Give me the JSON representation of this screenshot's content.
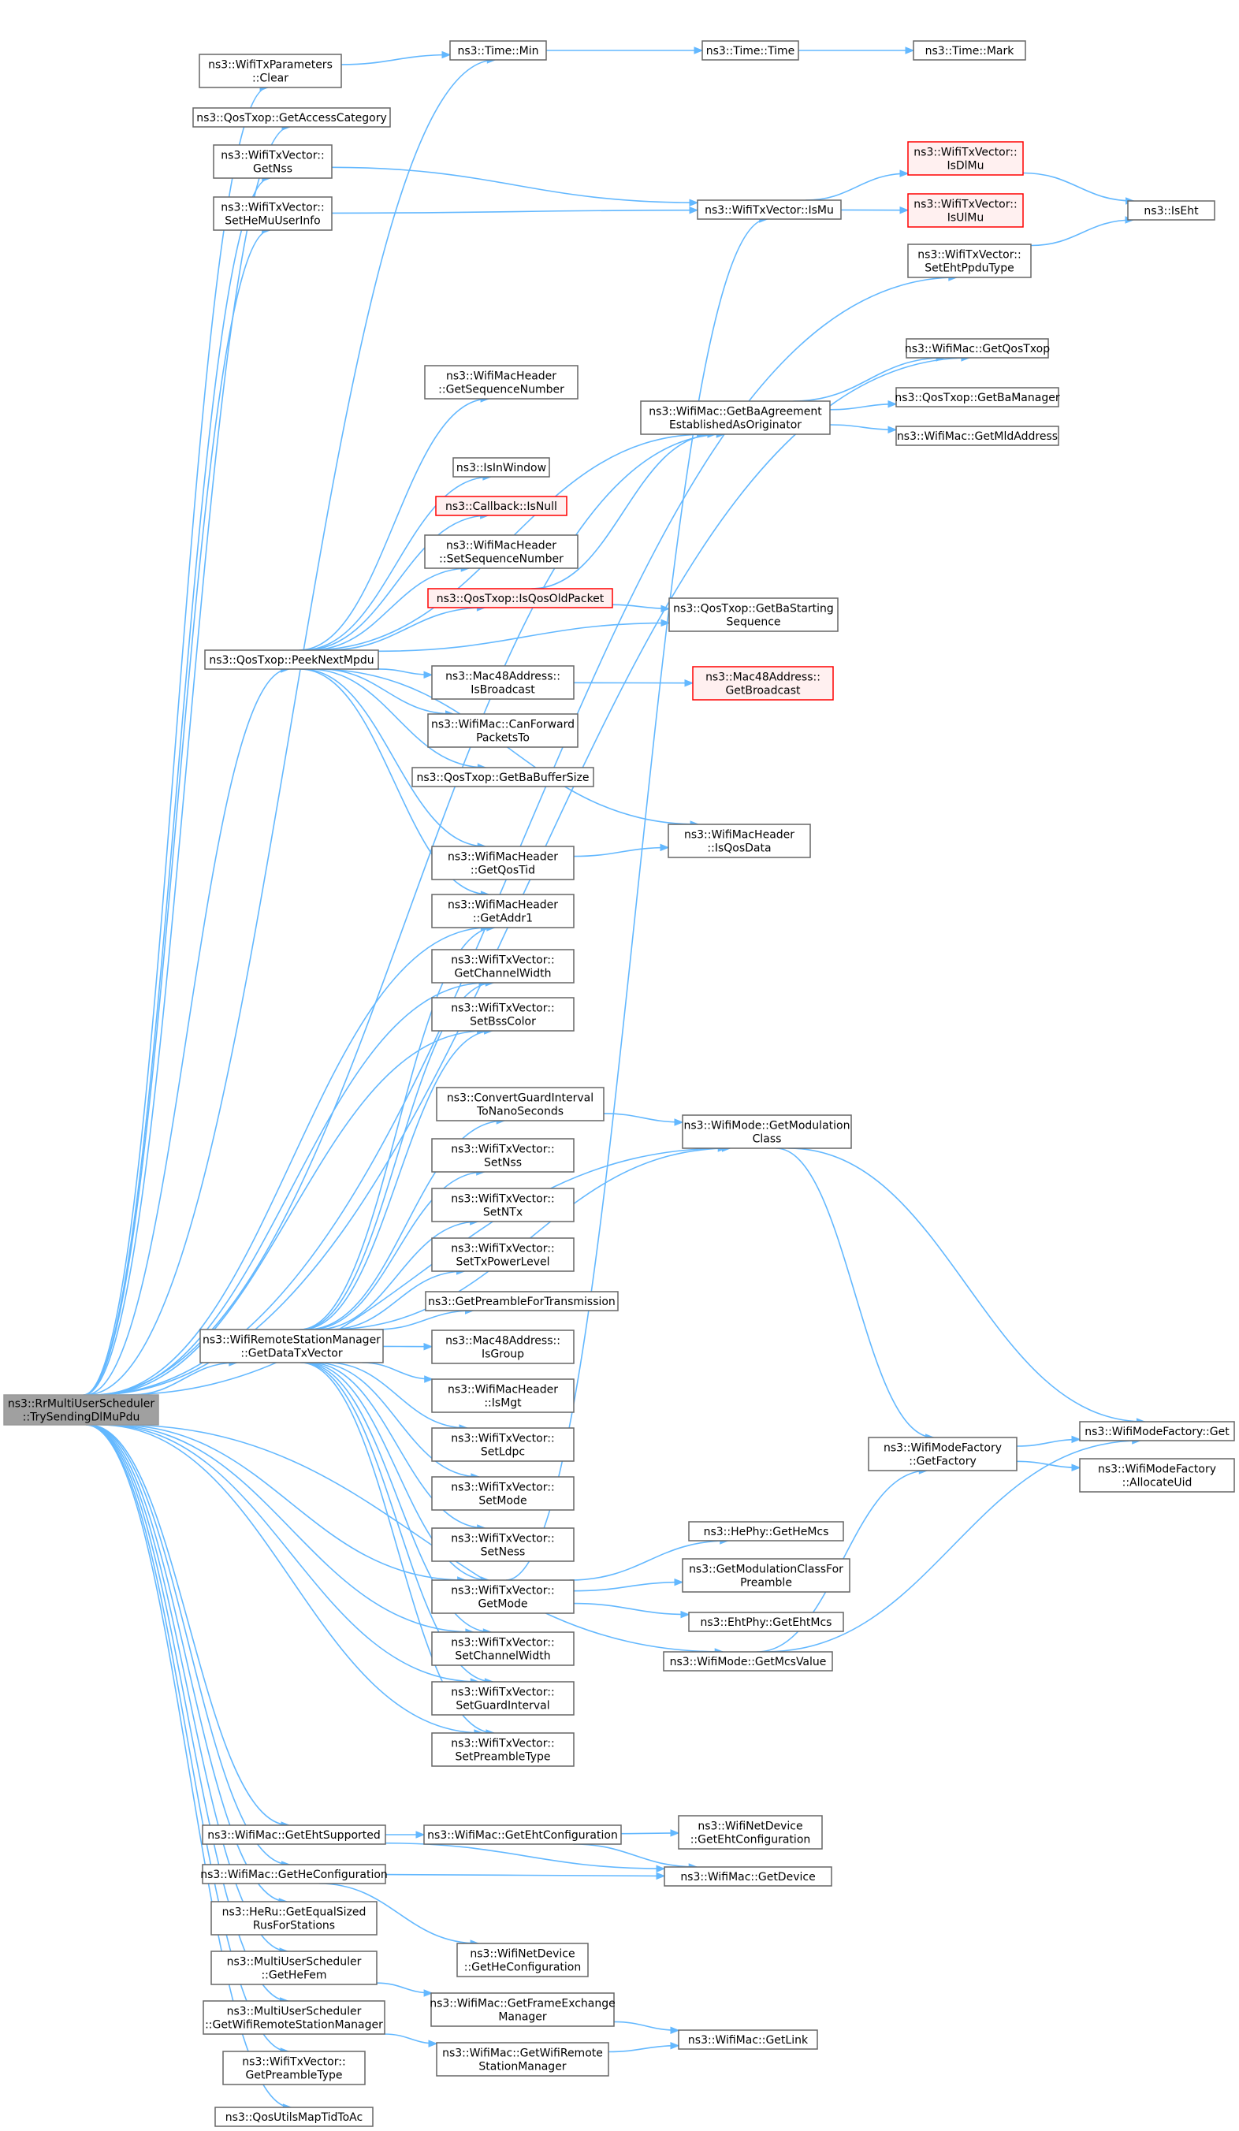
{
  "graph": {
    "nodes": [
      {
        "id": "root",
        "lines": [
          "ns3::RrMultiUserScheduler",
          "::TrySendingDlMuPdu"
        ],
        "style": "root"
      },
      {
        "id": "txparamClear",
        "lines": [
          "ns3::WifiTxParameters",
          "::Clear"
        ]
      },
      {
        "id": "timeMin",
        "lines": [
          "ns3::Time::Min"
        ]
      },
      {
        "id": "timeTime",
        "lines": [
          "ns3::Time::Time"
        ]
      },
      {
        "id": "timeMark",
        "lines": [
          "ns3::Time::Mark"
        ]
      },
      {
        "id": "getAccessCategory",
        "lines": [
          "ns3::QosTxop::GetAccessCategory"
        ]
      },
      {
        "id": "getNss",
        "lines": [
          "ns3::WifiTxVector::",
          "GetNss"
        ]
      },
      {
        "id": "setHeMuUserInfo",
        "lines": [
          "ns3::WifiTxVector::",
          "SetHeMuUserInfo"
        ]
      },
      {
        "id": "isMu",
        "lines": [
          "ns3::WifiTxVector::IsMu"
        ]
      },
      {
        "id": "isDlMu",
        "lines": [
          "ns3::WifiTxVector::",
          "IsDlMu"
        ],
        "style": "red"
      },
      {
        "id": "isUlMu",
        "lines": [
          "ns3::WifiTxVector::",
          "IsUlMu"
        ],
        "style": "red"
      },
      {
        "id": "isEht",
        "lines": [
          "ns3::IsEht"
        ]
      },
      {
        "id": "setEhtPpduType",
        "lines": [
          "ns3::WifiTxVector::",
          "SetEhtPpduType"
        ]
      },
      {
        "id": "getQosTxop",
        "lines": [
          "ns3::WifiMac::GetQosTxop"
        ]
      },
      {
        "id": "getSeqNum",
        "lines": [
          "ns3::WifiMacHeader",
          "::GetSequenceNumber"
        ]
      },
      {
        "id": "getBaAgreement",
        "lines": [
          "ns3::WifiMac::GetBaAgreement",
          "EstablishedAsOriginator"
        ]
      },
      {
        "id": "getBaManager",
        "lines": [
          "ns3::QosTxop::GetBaManager"
        ]
      },
      {
        "id": "getMldAddress",
        "lines": [
          "ns3::WifiMac::GetMldAddress"
        ]
      },
      {
        "id": "isInWindow",
        "lines": [
          "ns3::IsInWindow"
        ]
      },
      {
        "id": "callbackIsNull",
        "lines": [
          "ns3::Callback::IsNull"
        ],
        "style": "red"
      },
      {
        "id": "setSeqNum",
        "lines": [
          "ns3::WifiMacHeader",
          "::SetSequenceNumber"
        ]
      },
      {
        "id": "isQosOldPacket",
        "lines": [
          "ns3::QosTxop::IsQosOldPacket"
        ],
        "style": "red"
      },
      {
        "id": "getBaStartingSeq",
        "lines": [
          "ns3::QosTxop::GetBaStarting",
          "Sequence"
        ]
      },
      {
        "id": "peekNextMpdu",
        "lines": [
          "ns3::QosTxop::PeekNextMpdu"
        ]
      },
      {
        "id": "isBroadcast",
        "lines": [
          "ns3::Mac48Address::",
          "IsBroadcast"
        ]
      },
      {
        "id": "getBroadcast",
        "lines": [
          "ns3::Mac48Address::",
          "GetBroadcast"
        ],
        "style": "red"
      },
      {
        "id": "canForward",
        "lines": [
          "ns3::WifiMac::CanForward",
          "PacketsTo"
        ]
      },
      {
        "id": "getBaBufferSize",
        "lines": [
          "ns3::QosTxop::GetBaBufferSize"
        ]
      },
      {
        "id": "getQosTid",
        "lines": [
          "ns3::WifiMacHeader",
          "::GetQosTid"
        ]
      },
      {
        "id": "isQosData",
        "lines": [
          "ns3::WifiMacHeader",
          "::IsQosData"
        ]
      },
      {
        "id": "getAddr1",
        "lines": [
          "ns3::WifiMacHeader",
          "::GetAddr1"
        ]
      },
      {
        "id": "getChannelWidth",
        "lines": [
          "ns3::WifiTxVector::",
          "GetChannelWidth"
        ]
      },
      {
        "id": "setBssColor",
        "lines": [
          "ns3::WifiTxVector::",
          "SetBssColor"
        ]
      },
      {
        "id": "convertGI",
        "lines": [
          "ns3::ConvertGuardInterval",
          "ToNanoSeconds"
        ]
      },
      {
        "id": "getModClass",
        "lines": [
          "ns3::WifiMode::GetModulation",
          "Class"
        ]
      },
      {
        "id": "setNss",
        "lines": [
          "ns3::WifiTxVector::",
          "SetNss"
        ]
      },
      {
        "id": "setNTx",
        "lines": [
          "ns3::WifiTxVector::",
          "SetNTx"
        ]
      },
      {
        "id": "setTxPower",
        "lines": [
          "ns3::WifiTxVector::",
          "SetTxPowerLevel"
        ]
      },
      {
        "id": "getPreamble",
        "lines": [
          "ns3::GetPreambleForTransmission"
        ]
      },
      {
        "id": "getDataTxVector",
        "lines": [
          "ns3::WifiRemoteStationManager",
          "::GetDataTxVector"
        ]
      },
      {
        "id": "isGroup",
        "lines": [
          "ns3::Mac48Address::",
          "IsGroup"
        ]
      },
      {
        "id": "isMgt",
        "lines": [
          "ns3::WifiMacHeader",
          "::IsMgt"
        ]
      },
      {
        "id": "setLdpc",
        "lines": [
          "ns3::WifiTxVector::",
          "SetLdpc"
        ]
      },
      {
        "id": "setMode",
        "lines": [
          "ns3::WifiTxVector::",
          "SetMode"
        ]
      },
      {
        "id": "setNess",
        "lines": [
          "ns3::WifiTxVector::",
          "SetNess"
        ]
      },
      {
        "id": "getMode",
        "lines": [
          "ns3::WifiTxVector::",
          "GetMode"
        ]
      },
      {
        "id": "setChannelWidth",
        "lines": [
          "ns3::WifiTxVector::",
          "SetChannelWidth"
        ]
      },
      {
        "id": "setGI",
        "lines": [
          "ns3::WifiTxVector::",
          "SetGuardInterval"
        ]
      },
      {
        "id": "setPreambleType",
        "lines": [
          "ns3::WifiTxVector::",
          "SetPreambleType"
        ]
      },
      {
        "id": "wmfGetFactory",
        "lines": [
          "ns3::WifiModeFactory",
          "::GetFactory"
        ]
      },
      {
        "id": "wmfGet",
        "lines": [
          "ns3::WifiModeFactory::Get"
        ]
      },
      {
        "id": "wmfAllocateUid",
        "lines": [
          "ns3::WifiModeFactory",
          "::AllocateUid"
        ]
      },
      {
        "id": "heGetHeMcs",
        "lines": [
          "ns3::HePhy::GetHeMcs"
        ]
      },
      {
        "id": "getModClassForPreamble",
        "lines": [
          "ns3::GetModulationClassFor",
          "Preamble"
        ]
      },
      {
        "id": "ehtGetEhtMcs",
        "lines": [
          "ns3::EhtPhy::GetEhtMcs"
        ]
      },
      {
        "id": "getMcsValue",
        "lines": [
          "ns3::WifiMode::GetMcsValue"
        ]
      },
      {
        "id": "getEhtSupported",
        "lines": [
          "ns3::WifiMac::GetEhtSupported"
        ]
      },
      {
        "id": "getEhtConfiguration",
        "lines": [
          "ns3::WifiMac::GetEhtConfiguration"
        ]
      },
      {
        "id": "netDevGetEhtConf",
        "lines": [
          "ns3::WifiNetDevice",
          "::GetEhtConfiguration"
        ]
      },
      {
        "id": "getHeConfiguration",
        "lines": [
          "ns3::WifiMac::GetHeConfiguration"
        ]
      },
      {
        "id": "getDevice",
        "lines": [
          "ns3::WifiMac::GetDevice"
        ]
      },
      {
        "id": "getEqualSizedRus",
        "lines": [
          "ns3::HeRu::GetEqualSized",
          "RusForStations"
        ]
      },
      {
        "id": "netDevGetHeConf",
        "lines": [
          "ns3::WifiNetDevice",
          "::GetHeConfiguration"
        ]
      },
      {
        "id": "getHeFem",
        "lines": [
          "ns3::MultiUserScheduler",
          "::GetHeFem"
        ]
      },
      {
        "id": "getFrameExchangeManager",
        "lines": [
          "ns3::WifiMac::GetFrameExchange",
          "Manager"
        ]
      },
      {
        "id": "getWifiRsm",
        "lines": [
          "ns3::MultiUserScheduler",
          "::GetWifiRemoteStationManager"
        ]
      },
      {
        "id": "getLink",
        "lines": [
          "ns3::WifiMac::GetLink"
        ]
      },
      {
        "id": "macGetWifiRsm",
        "lines": [
          "ns3::WifiMac::GetWifiRemote",
          "StationManager"
        ]
      },
      {
        "id": "getPreambleType",
        "lines": [
          "ns3::WifiTxVector::",
          "GetPreambleType"
        ]
      },
      {
        "id": "qosUtilsMapTid",
        "lines": [
          "ns3::QosUtilsMapTidToAc"
        ]
      }
    ],
    "edges": [
      [
        "root",
        "txparamClear"
      ],
      [
        "root",
        "timeMin"
      ],
      [
        "root",
        "getAccessCategory"
      ],
      [
        "root",
        "getNss"
      ],
      [
        "root",
        "setHeMuUserInfo"
      ],
      [
        "root",
        "setEhtPpduType"
      ],
      [
        "root",
        "getQosTxop"
      ],
      [
        "root",
        "getBaAgreement"
      ],
      [
        "root",
        "peekNextMpdu"
      ],
      [
        "root",
        "getAddr1"
      ],
      [
        "root",
        "getChannelWidth"
      ],
      [
        "root",
        "setBssColor"
      ],
      [
        "root",
        "getModClass"
      ],
      [
        "root",
        "getDataTxVector"
      ],
      [
        "root",
        "getMode"
      ],
      [
        "root",
        "setChannelWidth"
      ],
      [
        "root",
        "setGI"
      ],
      [
        "root",
        "setPreambleType"
      ],
      [
        "root",
        "getMcsValue"
      ],
      [
        "root",
        "getEhtSupported"
      ],
      [
        "root",
        "getHeConfiguration"
      ],
      [
        "root",
        "getEqualSizedRus"
      ],
      [
        "root",
        "getHeFem"
      ],
      [
        "root",
        "getWifiRsm"
      ],
      [
        "root",
        "getPreambleType"
      ],
      [
        "root",
        "qosUtilsMapTid"
      ],
      [
        "txparamClear",
        "timeMin"
      ],
      [
        "timeMin",
        "timeTime"
      ],
      [
        "timeTime",
        "timeMark"
      ],
      [
        "getNss",
        "isMu"
      ],
      [
        "setHeMuUserInfo",
        "isMu"
      ],
      [
        "isMu",
        "isDlMu"
      ],
      [
        "isMu",
        "isUlMu"
      ],
      [
        "isDlMu",
        "isEht"
      ],
      [
        "setEhtPpduType",
        "isEht"
      ],
      [
        "getBaAgreement",
        "getQosTxop"
      ],
      [
        "getBaAgreement",
        "getBaManager"
      ],
      [
        "getBaAgreement",
        "getMldAddress"
      ],
      [
        "peekNextMpdu",
        "getSeqNum"
      ],
      [
        "peekNextMpdu",
        "getBaAgreement"
      ],
      [
        "peekNextMpdu",
        "isInWindow"
      ],
      [
        "peekNextMpdu",
        "callbackIsNull"
      ],
      [
        "peekNextMpdu",
        "setSeqNum"
      ],
      [
        "peekNextMpdu",
        "isQosOldPacket"
      ],
      [
        "peekNextMpdu",
        "getBaStartingSeq"
      ],
      [
        "peekNextMpdu",
        "isBroadcast"
      ],
      [
        "peekNextMpdu",
        "canForward"
      ],
      [
        "peekNextMpdu",
        "getBaBufferSize"
      ],
      [
        "peekNextMpdu",
        "getQosTid"
      ],
      [
        "peekNextMpdu",
        "isQosData"
      ],
      [
        "peekNextMpdu",
        "getAddr1"
      ],
      [
        "isQosOldPacket",
        "getBaAgreement"
      ],
      [
        "isQosOldPacket",
        "getBaStartingSeq"
      ],
      [
        "isBroadcast",
        "getBroadcast"
      ],
      [
        "getQosTid",
        "isQosData"
      ],
      [
        "getDataTxVector",
        "getAddr1"
      ],
      [
        "getDataTxVector",
        "getChannelWidth"
      ],
      [
        "getDataTxVector",
        "setBssColor"
      ],
      [
        "getDataTxVector",
        "convertGI"
      ],
      [
        "getDataTxVector",
        "getModClass"
      ],
      [
        "getDataTxVector",
        "setNss"
      ],
      [
        "getDataTxVector",
        "setNTx"
      ],
      [
        "getDataTxVector",
        "setTxPower"
      ],
      [
        "getDataTxVector",
        "getPreamble"
      ],
      [
        "getDataTxVector",
        "isGroup"
      ],
      [
        "getDataTxVector",
        "isMgt"
      ],
      [
        "getDataTxVector",
        "setLdpc"
      ],
      [
        "getDataTxVector",
        "setMode"
      ],
      [
        "getDataTxVector",
        "setNess"
      ],
      [
        "getDataTxVector",
        "getMode"
      ],
      [
        "getDataTxVector",
        "setChannelWidth"
      ],
      [
        "getDataTxVector",
        "setGI"
      ],
      [
        "getDataTxVector",
        "setPreambleType"
      ],
      [
        "convertGI",
        "getModClass"
      ],
      [
        "getModClass",
        "wmfGetFactory"
      ],
      [
        "getModClass",
        "wmfGet"
      ],
      [
        "wmfGetFactory",
        "wmfGet"
      ],
      [
        "wmfGetFactory",
        "wmfAllocateUid"
      ],
      [
        "getMode",
        "isMu"
      ],
      [
        "getMode",
        "heGetHeMcs"
      ],
      [
        "getMode",
        "getModClassForPreamble"
      ],
      [
        "getMode",
        "ehtGetEhtMcs"
      ],
      [
        "getMcsValue",
        "wmfGetFactory"
      ],
      [
        "getMcsValue",
        "wmfGet"
      ],
      [
        "getEhtSupported",
        "getEhtConfiguration"
      ],
      [
        "getEhtSupported",
        "getDevice"
      ],
      [
        "getEhtConfiguration",
        "netDevGetEhtConf"
      ],
      [
        "getEhtConfiguration",
        "getDevice"
      ],
      [
        "getHeConfiguration",
        "getDevice"
      ],
      [
        "getHeConfiguration",
        "netDevGetHeConf"
      ],
      [
        "getHeFem",
        "getFrameExchangeManager"
      ],
      [
        "getFrameExchangeManager",
        "getLink"
      ],
      [
        "getWifiRsm",
        "macGetWifiRsm"
      ],
      [
        "macGetWifiRsm",
        "getLink"
      ]
    ]
  }
}
